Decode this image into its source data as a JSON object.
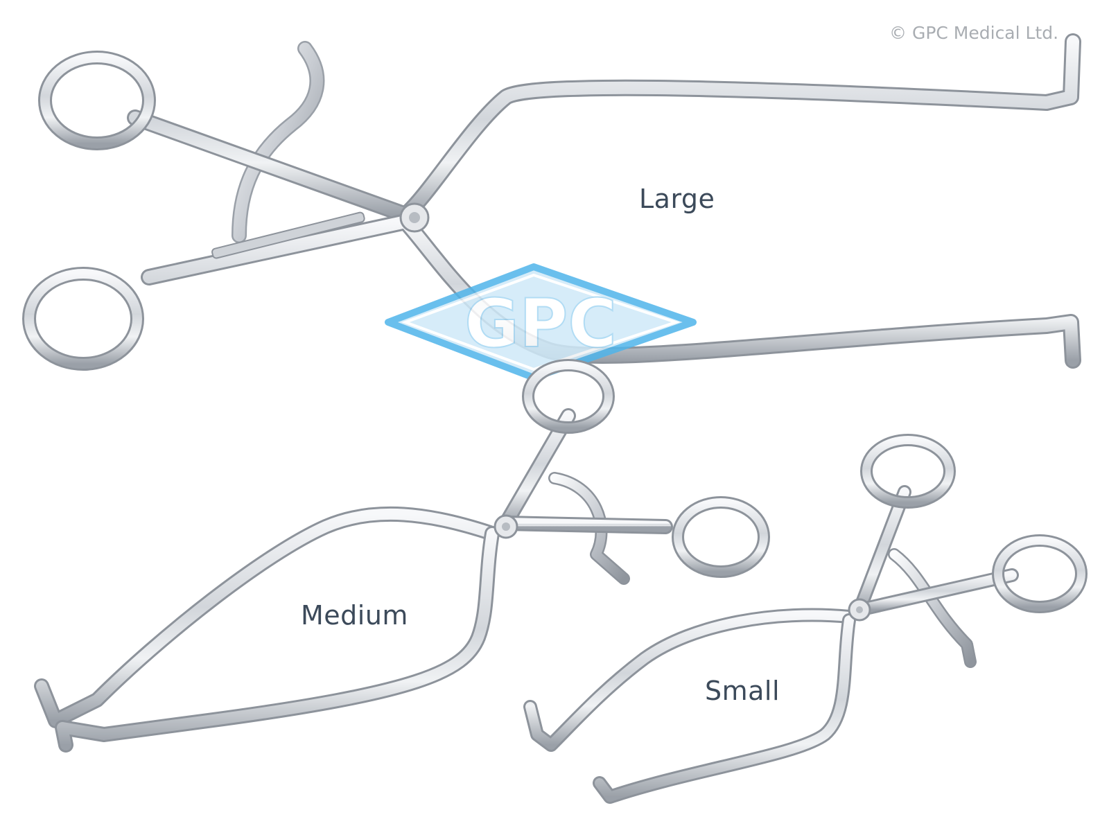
{
  "image": {
    "copyright": "© GPC Medical Ltd.",
    "watermark_text": "GPC",
    "labels": {
      "large": "Large",
      "medium": "Medium",
      "small": "Small"
    },
    "colors": {
      "steel_light": "#f4f5f7",
      "steel_mid": "#c6cad0",
      "steel_dark": "#8d939b",
      "watermark_fill": "#cfe9f8",
      "watermark_stroke": "#4fb4ea",
      "label_text": "#3c4a5a"
    }
  }
}
